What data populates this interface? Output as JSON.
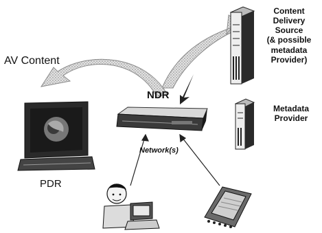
{
  "labels": {
    "av_content": "AV Content",
    "ndr": "NDR",
    "network": "Network(s)",
    "pdr": "PDR",
    "content_delivery_lines": [
      "Content",
      "Delivery",
      "Source",
      "(& possible",
      "metadata",
      "Provider)"
    ],
    "metadata_provider_lines": [
      "Metadata",
      "Provider"
    ]
  },
  "nodes": [
    {
      "name": "Content Delivery Source",
      "icon": "server-tower-icon"
    },
    {
      "name": "Metadata Provider",
      "icon": "server-tower-icon"
    },
    {
      "name": "NDR",
      "icon": "network-recorder-box-icon"
    },
    {
      "name": "PDR",
      "icon": "monitor-display-icon"
    },
    {
      "name": "user",
      "icon": "user-at-computer-icon"
    },
    {
      "name": "handheld",
      "icon": "pda-device-icon"
    }
  ],
  "colors": {
    "ink": "#111111",
    "arrow_fill": "#cfcfcf",
    "arrow_edge": "#8a8a8a"
  }
}
